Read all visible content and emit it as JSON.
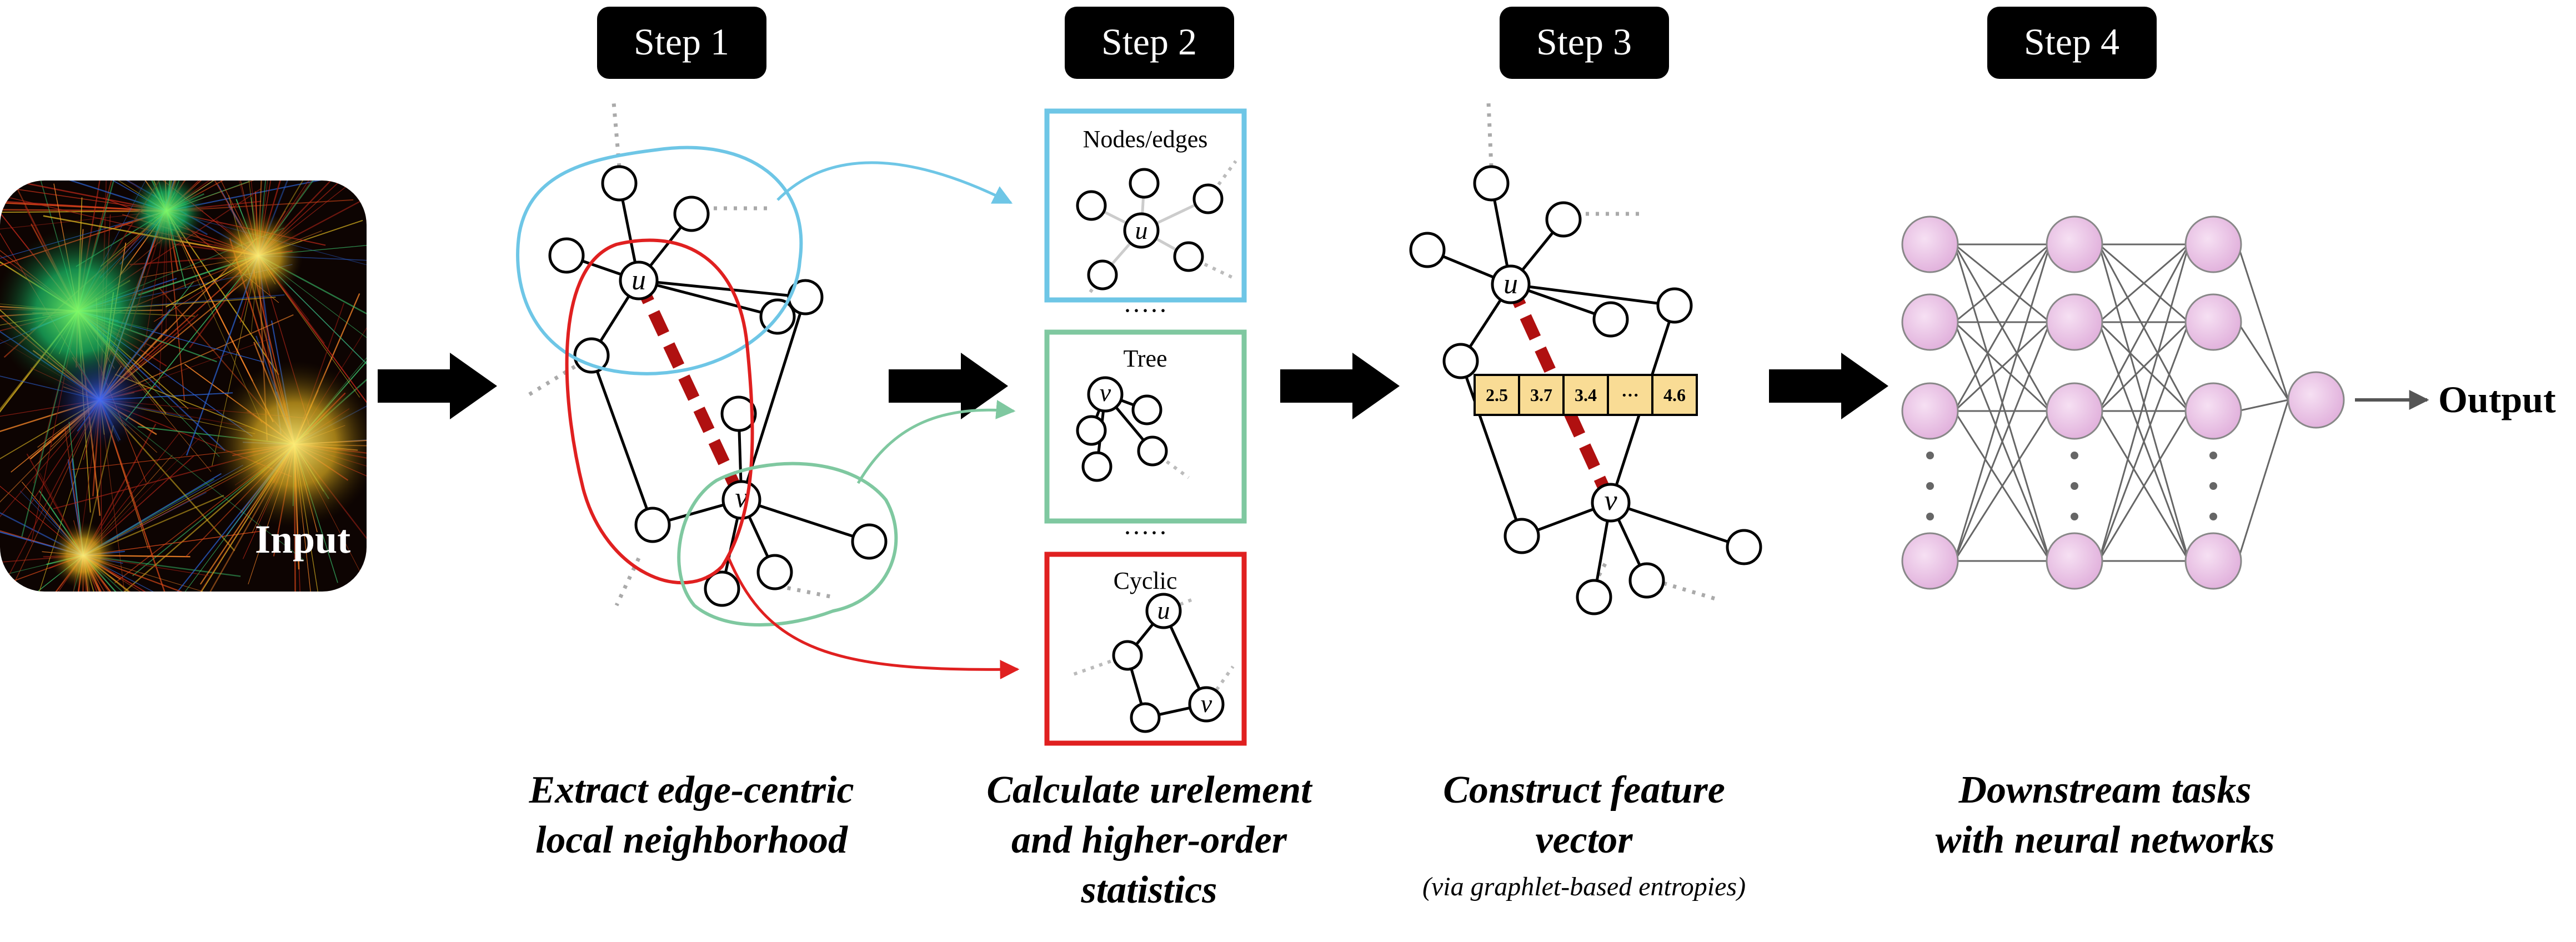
{
  "steps": [
    {
      "label": "Step 1",
      "caption_lines": [
        "Extract edge-centric",
        "local neighborhood"
      ]
    },
    {
      "label": "Step 2",
      "caption_lines": [
        "Calculate urelement",
        "and higher-order",
        "statistics"
      ]
    },
    {
      "label": "Step 3",
      "caption_lines": [
        "Construct feature",
        "vector"
      ],
      "caption_note": "(via graphlet-based entropies)"
    },
    {
      "label": "Step 4",
      "caption_lines": [
        "Downstream tasks",
        "with neural networks"
      ]
    }
  ],
  "input_label": "Input",
  "output_label": "Output",
  "node_labels": {
    "u": "u",
    "v": "v"
  },
  "urelement_boxes": [
    {
      "title": "Nodes/edges",
      "color": "#6ec6e6"
    },
    {
      "title": "Tree",
      "color": "#7fc8a0"
    },
    {
      "title": "Cyclic",
      "color": "#e02020"
    }
  ],
  "separator_dots": "·····",
  "feature_vector": [
    "2.5",
    "3.7",
    "3.4",
    "···",
    "4.6"
  ],
  "colors": {
    "step_badge": "#000000",
    "blue_region": "#6ec6e6",
    "green_region": "#7fc8a0",
    "red_region": "#e02020",
    "target_edge": "#b01010",
    "feature_cell": "#f9dc95",
    "nn_node": "#ebbfe6",
    "dotted_edge": "#aaaaaa"
  }
}
